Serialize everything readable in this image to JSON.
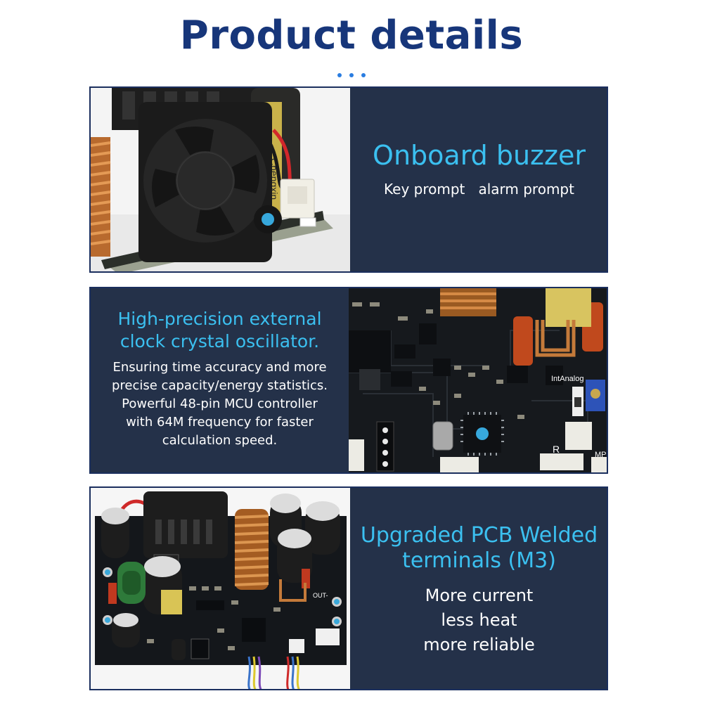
{
  "page": {
    "title": "Product details",
    "accent_color": "#2a7de1",
    "title_color": "#17367a",
    "panel_background": "#243149",
    "heading_color": "#3bc0f0"
  },
  "sections": [
    {
      "heading": "Onboard buzzer",
      "body": "Key prompt   alarm prompt",
      "photo": "cooling-fan-and-buzzer-photo"
    },
    {
      "heading_lines": [
        "High-precision external",
        "clock crystal oscillator."
      ],
      "body_lines": [
        "Ensuring time accuracy and more",
        "precise capacity/energy statistics.",
        "Powerful 48-pin MCU controller",
        "with 64M frequency for faster",
        "calculation speed."
      ],
      "photo": "pcb-mcu-closeup-photo",
      "board_labels": [
        "IntAnalog",
        "R",
        "MP"
      ]
    },
    {
      "heading_lines": [
        "Upgraded PCB Welded",
        "terminals (M3)"
      ],
      "body_lines": [
        "More current",
        "less heat",
        "more reliable"
      ],
      "photo": "full-board-photo",
      "board_labels": [
        "OUT-"
      ]
    }
  ]
}
